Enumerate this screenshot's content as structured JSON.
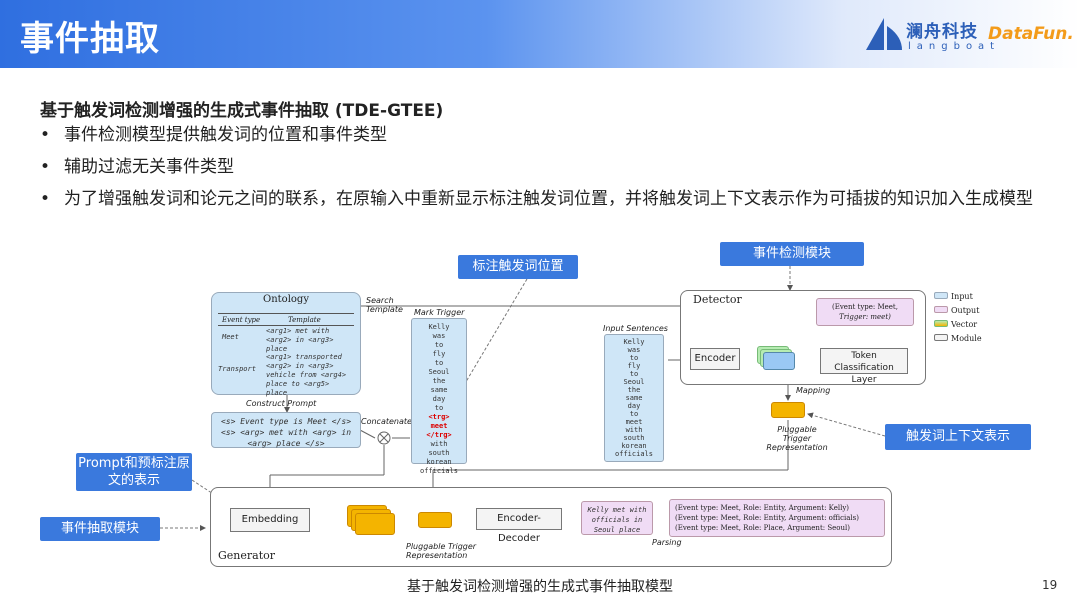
{
  "header": {
    "title": "事件抽取",
    "brand_name": "澜舟科技",
    "brand_sub": "langboat",
    "partner": "DataFun."
  },
  "main": {
    "subtitle": "基于触发词检测增强的生成式事件抽取 (TDE-GTEE)",
    "bullets": [
      "事件检测模型提供触发词的位置和事件类型",
      "辅助过滤无关事件类型",
      "为了增强触发词和论元之间的联系，在原输入中重新显示标注触发词位置，并将触发词上下文表示作为可插拔的知识加入生成模型"
    ]
  },
  "figure": {
    "ontology": {
      "title": "Ontology",
      "col_event": "Event type",
      "col_template": "Template",
      "row1_type": "Meet",
      "row1_template": "<arg1> met with <arg2> in <arg3> place",
      "row2_type": "Transport",
      "row2_template": "<arg1> transported <arg2> in <arg3> vehicle from <arg4> place to <arg5> place"
    },
    "search_template": "Search Template",
    "construct_prompt": "Construct Prompt",
    "prompt_box": "<s> Event type is Meet </s> <s> <arg> met with <arg> in <arg> place </s>",
    "concatenate": "Concatenate",
    "mark_trigger": "Mark Trigger",
    "marked_words": [
      "Kelly",
      "was",
      "to",
      "fly",
      "to",
      "Seoul",
      "the",
      "same",
      "day",
      "to"
    ],
    "marked_trg": [
      "<trg>",
      "meet",
      "</trg>"
    ],
    "marked_tail": [
      "with",
      "south",
      "korean",
      "officials"
    ],
    "input_label": "Input Sentences",
    "input_words": [
      "Kelly",
      "was",
      "to",
      "fly",
      "to",
      "Seoul",
      "the",
      "same",
      "day",
      "to",
      "meet",
      "with",
      "south",
      "korean",
      "officials"
    ],
    "detector": {
      "title": "Detector",
      "output_line1": "(Event type: Meet,",
      "output_line2": "Trigger: meet)",
      "encoder": "Encoder",
      "token_cls": "Token Classification Layer",
      "mapping": "Mapping"
    },
    "trigger_repr": "Pluggable Trigger Representation",
    "generator": {
      "title": "Generator",
      "embedding": "Embedding",
      "encoder_decoder": "Encoder-Decoder",
      "gen_output": "Kelly met with officials in Seoul place",
      "parsing": "Parsing",
      "trigger_repr": "Pluggable Trigger Representation",
      "parsed": [
        "(Event type: Meet, Role: Entity, Argument: Kelly)",
        "(Event type: Meet, Role: Entity, Argument: officials)",
        "(Event type: Meet, Role: Place, Argument: Seoul)"
      ]
    },
    "legend": [
      "Input",
      "Output",
      "Vector",
      "Module"
    ],
    "callouts": {
      "mark": "标注触发词位置",
      "detect": "事件检测模块",
      "context": "触发词上下文表示",
      "prompt": "Prompt和预标注原文的表示",
      "extract": "事件抽取模块"
    },
    "colors": {
      "input": "#cfe6f7",
      "output": "#f0dcf5",
      "vector": "#f4b400",
      "module": "#f4f4f4",
      "callout": "#3a79dd"
    }
  },
  "caption": "基于触发词检测增强的生成式事件抽取模型",
  "page_number": "19"
}
